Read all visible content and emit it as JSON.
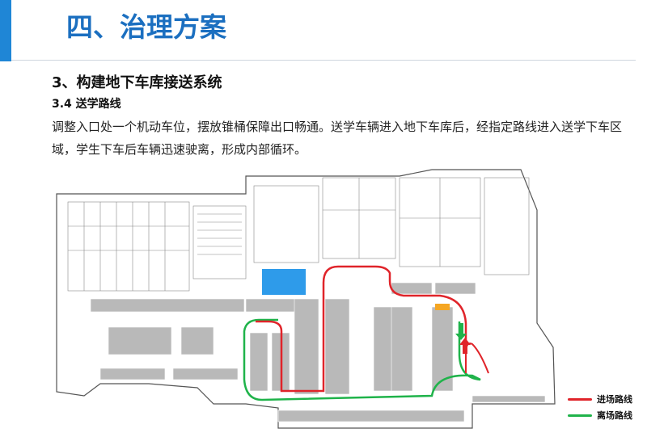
{
  "header": {
    "title": "四、治理方案"
  },
  "section": {
    "heading": "3、构建地下车库接送系统",
    "subheading": "3.4 送学路线",
    "paragraph": "调整入口处一个机动车位，摆放锥桶保障出口畅通。送学车辆进入地下车库后，经指定路线进入送学下车区域，学生下车后车辆迅速驶离，形成内部循环。"
  },
  "legend": [
    {
      "label": "进场路线",
      "color": "#e0242a"
    },
    {
      "label": "离场路线",
      "color": "#1fb34a"
    }
  ],
  "colors": {
    "accent": "#1f86d6",
    "title": "#1b6fc0",
    "dropoff_area": "#2e9bea",
    "marker": "#f5a623"
  }
}
